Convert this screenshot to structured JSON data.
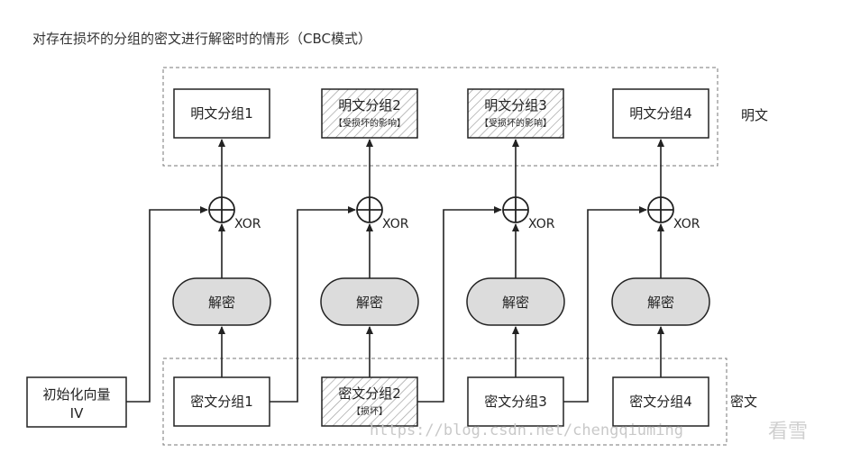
{
  "title": "对存在损坏的分组的密文进行解密时的情形（CBC模式）",
  "plaintext": {
    "group_label": "明文",
    "blocks": [
      {
        "label": "明文分组1",
        "sub": "",
        "damaged": false
      },
      {
        "label": "明文分组2",
        "sub": "【受损坏的影响】",
        "damaged": true
      },
      {
        "label": "明文分组3",
        "sub": "【受损坏的影响】",
        "damaged": true
      },
      {
        "label": "明文分组4",
        "sub": "",
        "damaged": false
      }
    ]
  },
  "ciphertext": {
    "group_label": "密文",
    "blocks": [
      {
        "label": "密文分组1",
        "sub": "",
        "damaged": false
      },
      {
        "label": "密文分组2",
        "sub": "【损坏】",
        "damaged": true
      },
      {
        "label": "密文分组3",
        "sub": "",
        "damaged": false
      },
      {
        "label": "密文分组4",
        "sub": "",
        "damaged": false
      }
    ]
  },
  "decrypt_label": "解密",
  "xor_label": "XOR",
  "iv": {
    "line1": "初始化向量",
    "line2": "IV"
  },
  "watermark": {
    "url": "https://blog.csdn.net/chengqiuming",
    "logo": "看雪"
  }
}
